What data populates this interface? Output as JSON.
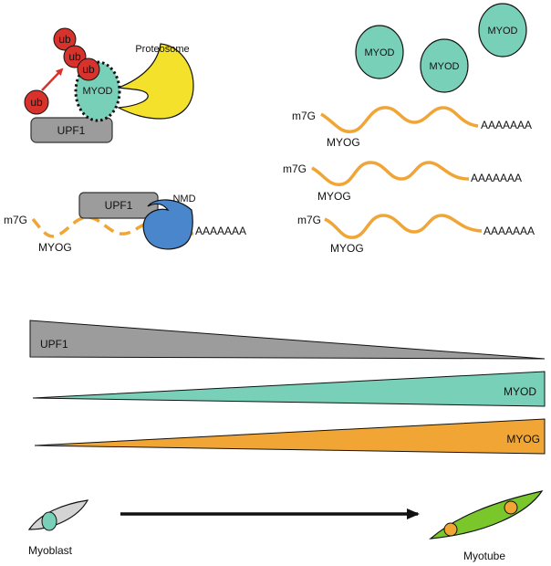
{
  "colors": {
    "ubiquitin": "#d8322d",
    "myod": "#79d0b8",
    "proteasome": "#f4e12c",
    "upf1": "#9c9c9c",
    "nmd": "#4a86cc",
    "myog_mrna": "#f0a535",
    "myotube": "#79c72a",
    "myoblast": "#d4d4d4",
    "nucleus_myoblast": "#79d0b8",
    "nucleus_myotube": "#f0a535",
    "arrow_ub": "#d8322d"
  },
  "degradation_panel": {
    "ubiquitin_labels": [
      "ub",
      "ub",
      "ub",
      "ub"
    ],
    "myod_label": "MYOD",
    "proteasome_label": "Proteosome",
    "upf1_label": "UPF1"
  },
  "nmd_panel": {
    "upf1_label": "UPF1",
    "nmd_label": "NMD",
    "cap_label": "m7G",
    "gene_label": "MYOG",
    "polya_label": "AAAAAAA"
  },
  "stable_panel": {
    "myod_labels": [
      "MYOD",
      "MYOD",
      "MYOD"
    ],
    "transcripts": [
      {
        "cap": "m7G",
        "gene": "MYOG",
        "polya": "AAAAAAA"
      },
      {
        "cap": "m7G",
        "gene": "MYOG",
        "polya": "AAAAAAA"
      },
      {
        "cap": "m7G",
        "gene": "MYOG",
        "polya": "AAAAAAA"
      }
    ]
  },
  "gradients": {
    "upf1_label": "UPF1",
    "myod_label": "MYOD",
    "myog_label": "MYOG"
  },
  "differentiation": {
    "start_label": "Myoblast",
    "end_label": "Myotube"
  }
}
